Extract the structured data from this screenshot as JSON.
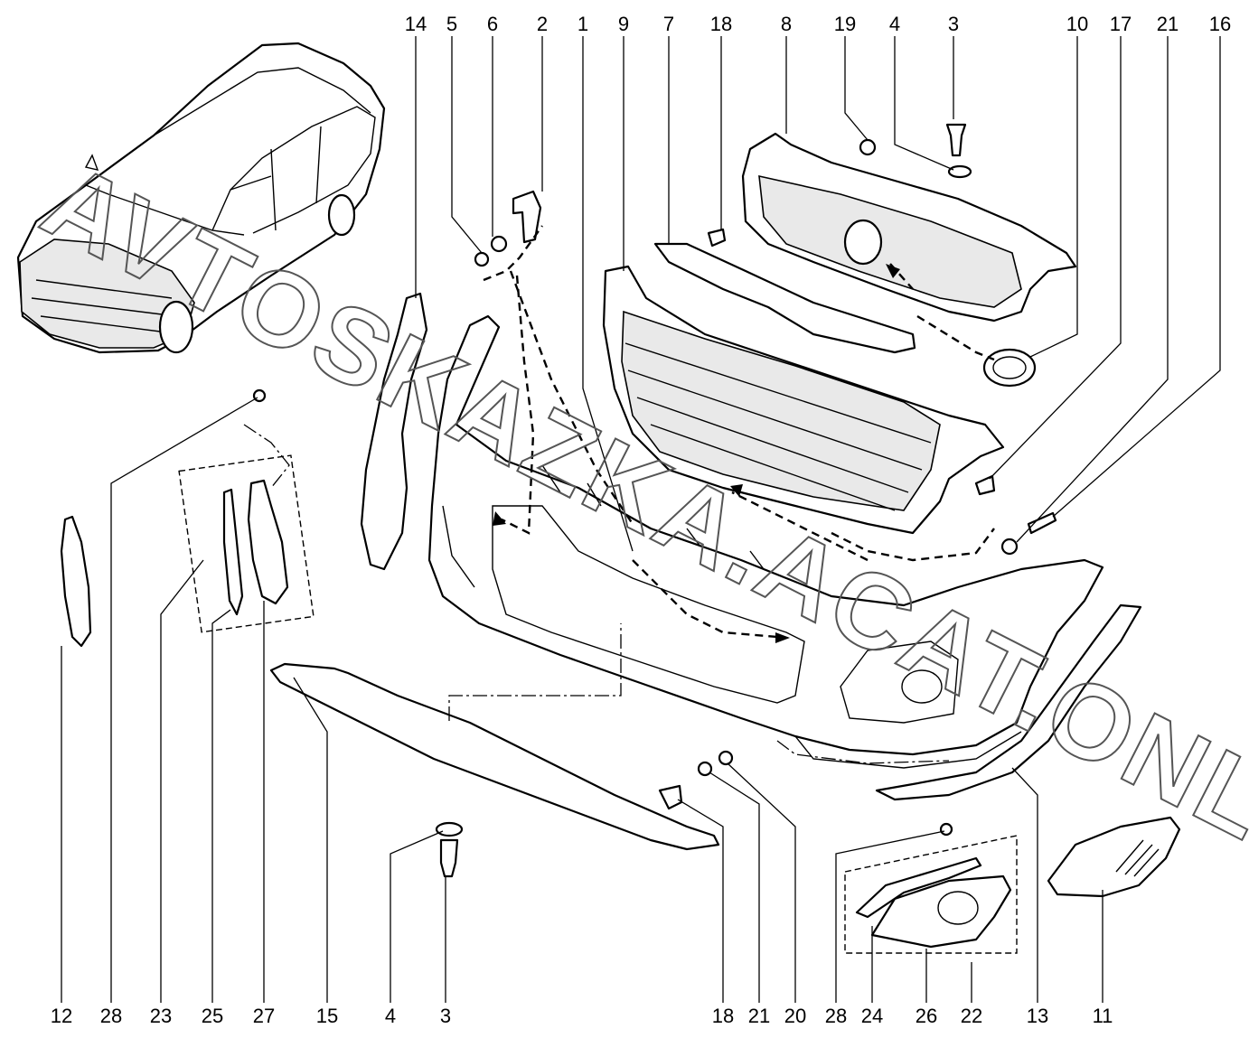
{
  "watermark": "AVTOSKAZKA.ACAT.ONLINE",
  "callouts_top": [
    {
      "id": "c14",
      "label": "14"
    },
    {
      "id": "c5",
      "label": "5"
    },
    {
      "id": "c6",
      "label": "6"
    },
    {
      "id": "c2",
      "label": "2"
    },
    {
      "id": "c1",
      "label": "1"
    },
    {
      "id": "c9",
      "label": "9"
    },
    {
      "id": "c7",
      "label": "7"
    },
    {
      "id": "c18",
      "label": "18"
    },
    {
      "id": "c8",
      "label": "8"
    },
    {
      "id": "c19",
      "label": "19"
    },
    {
      "id": "c4",
      "label": "4"
    },
    {
      "id": "c3",
      "label": "3"
    },
    {
      "id": "c10",
      "label": "10"
    },
    {
      "id": "c17",
      "label": "17"
    },
    {
      "id": "c21",
      "label": "21"
    },
    {
      "id": "c16",
      "label": "16"
    }
  ],
  "callouts_bottom": [
    {
      "id": "b12",
      "label": "12"
    },
    {
      "id": "b28",
      "label": "28"
    },
    {
      "id": "b23",
      "label": "23"
    },
    {
      "id": "b25",
      "label": "25"
    },
    {
      "id": "b27",
      "label": "27"
    },
    {
      "id": "b15",
      "label": "15"
    },
    {
      "id": "b4",
      "label": "4"
    },
    {
      "id": "b3",
      "label": "3"
    },
    {
      "id": "b18",
      "label": "18"
    },
    {
      "id": "b21",
      "label": "21"
    },
    {
      "id": "b20",
      "label": "20"
    },
    {
      "id": "b28b",
      "label": "28"
    },
    {
      "id": "b24",
      "label": "24"
    },
    {
      "id": "b26",
      "label": "26"
    },
    {
      "id": "b22",
      "label": "22"
    },
    {
      "id": "b13",
      "label": "13"
    },
    {
      "id": "b11",
      "label": "11"
    }
  ]
}
